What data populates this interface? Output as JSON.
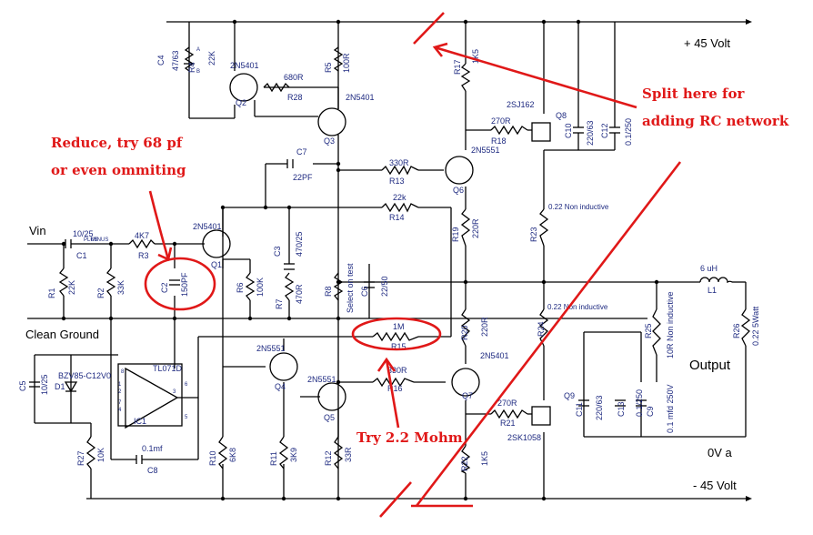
{
  "supply": {
    "positive": "+ 45 Volt",
    "negative": "- 45  Volt",
    "zero": "0V a"
  },
  "ports": {
    "input": "Vin",
    "ground": "Clean Ground",
    "output": "Output"
  },
  "annotations": {
    "reduce_line1": "Reduce, try 68 pf",
    "reduce_line2": "or even ommiting",
    "split_line1": "Split here for",
    "split_line2": "adding RC network",
    "try_r15": "Try 2.2 Mohm"
  },
  "colors": {
    "annotation": "#e01818",
    "labels": "#1e2a80",
    "wires": "#000000"
  },
  "transistors": [
    {
      "ref": "Q1",
      "part": "2N5401"
    },
    {
      "ref": "Q2",
      "part": "2N5401"
    },
    {
      "ref": "Q3",
      "part": "2N5401"
    },
    {
      "ref": "Q4",
      "part": "2N5551"
    },
    {
      "ref": "Q5",
      "part": "2N5551"
    },
    {
      "ref": "Q6",
      "part": "2N5551"
    },
    {
      "ref": "Q7",
      "part": "2N5401"
    },
    {
      "ref": "Q8",
      "part": "2SJ162"
    },
    {
      "ref": "Q9",
      "part": "2SK1058"
    }
  ],
  "opamp": {
    "ref": "IC1",
    "part": "TL071D",
    "pins": [
      "8",
      "1",
      "2",
      "3",
      "5",
      "4",
      "7",
      "6"
    ]
  },
  "resistors": {
    "R1": {
      "ref": "R1",
      "value": "22K"
    },
    "R2": {
      "ref": "R2",
      "value": "33K"
    },
    "R3": {
      "ref": "R3",
      "value": "4K7"
    },
    "R4": {
      "ref": "R4",
      "value": "22K"
    },
    "R5": {
      "ref": "R5",
      "value": "100R"
    },
    "R6": {
      "ref": "R6",
      "value": "100K"
    },
    "R7": {
      "ref": "R7",
      "value": "470R"
    },
    "R8": {
      "ref": "R8",
      "value": "Select on test"
    },
    "R10": {
      "ref": "R10",
      "value": "6K8"
    },
    "R11": {
      "ref": "R11",
      "value": "3K9"
    },
    "R12": {
      "ref": "R12",
      "value": "33R"
    },
    "R13": {
      "ref": "R13",
      "value": "330R"
    },
    "R14": {
      "ref": "R14",
      "value": "22k"
    },
    "R15": {
      "ref": "R15",
      "value": "1M"
    },
    "R16": {
      "ref": "R16",
      "value": "330R"
    },
    "R17": {
      "ref": "R17",
      "value": "1K5"
    },
    "R18": {
      "ref": "R18",
      "value": "270R"
    },
    "R19": {
      "ref": "R19",
      "value": "220R"
    },
    "R20": {
      "ref": "R20",
      "value": "220R"
    },
    "R21": {
      "ref": "R21",
      "value": "270R"
    },
    "R22": {
      "ref": "R22",
      "value": "1K5"
    },
    "R23": {
      "ref": "R23",
      "value": "0.22 Non inductive"
    },
    "R24": {
      "ref": "R24",
      "value": "0.22 Non inductive"
    },
    "R25": {
      "ref": "R25",
      "value": "10R Non inductive"
    },
    "R26": {
      "ref": "R26",
      "value": "0.22 5Watt"
    },
    "R27": {
      "ref": "R27",
      "value": "10K"
    },
    "R28": {
      "ref": "R28",
      "value": "680R"
    }
  },
  "capacitors": {
    "C1": {
      "ref": "C1",
      "value": "10/25"
    },
    "C2": {
      "ref": "C2",
      "value": "150PF"
    },
    "C3": {
      "ref": "C3",
      "value": "470/25"
    },
    "C4": {
      "ref": "C4",
      "value": "47/63"
    },
    "C5": {
      "ref": "C5",
      "value": "10/25"
    },
    "C6": {
      "ref": "C6",
      "value": "22/50"
    },
    "C7": {
      "ref": "C7",
      "value": "22PF"
    },
    "C8": {
      "ref": "C8",
      "value": "0.1mf"
    },
    "C9": {
      "ref": "C9",
      "value": "0.1 mfd 250V"
    },
    "C10": {
      "ref": "C10",
      "value": "220/63"
    },
    "C11": {
      "ref": "C11",
      "value": "220/63"
    },
    "C12": {
      "ref": "C12",
      "value": "0.1/250"
    },
    "C13": {
      "ref": "C13",
      "value": "0.1/250"
    }
  },
  "inductor": {
    "ref": "L1",
    "value": "6 uH"
  },
  "diode": {
    "ref": "D1",
    "part": "BZV85-C12V0"
  },
  "terminal_marks": {
    "a": "A",
    "b": "B",
    "plus": "PLUS",
    "minus": "MINUS"
  }
}
